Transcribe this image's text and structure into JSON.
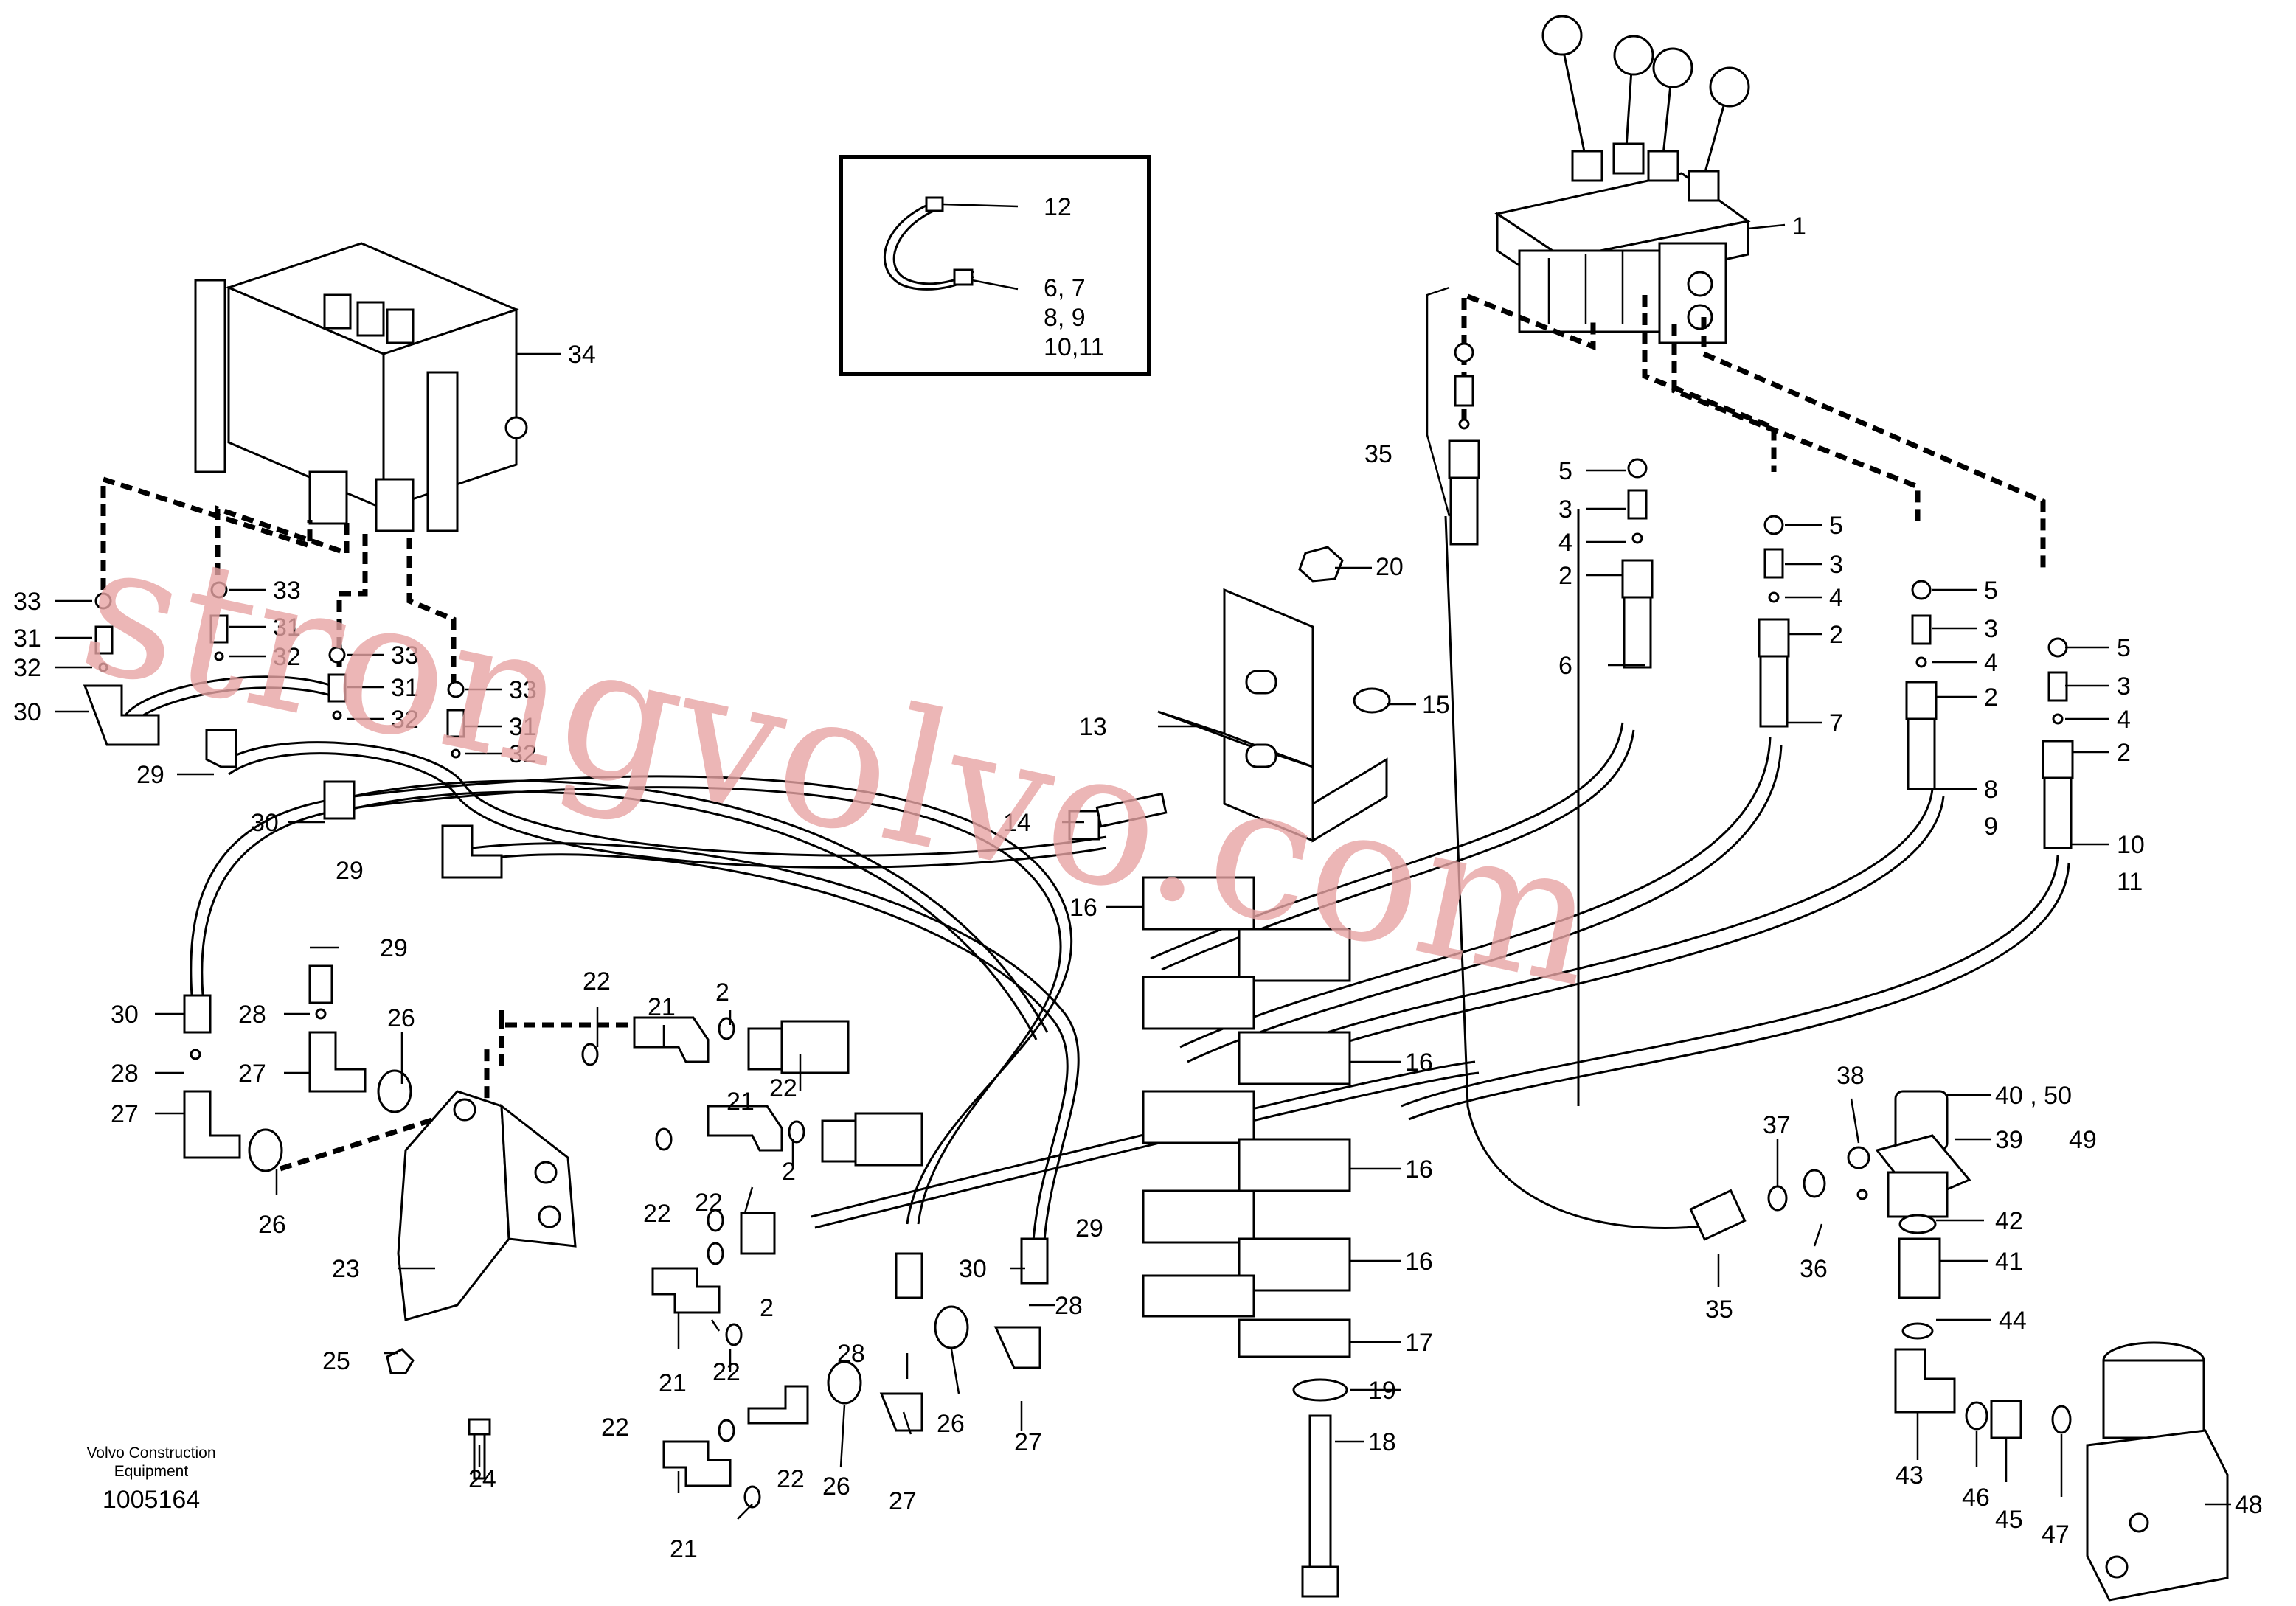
{
  "watermark": "strongvolvo.com",
  "credit": {
    "line1": "Volvo Construction",
    "line2": "Equipment",
    "drawing_number": "1005164"
  },
  "inset": {
    "labels": [
      "12",
      "6, 7",
      "8, 9",
      "10,11"
    ]
  },
  "callouts": {
    "c1": "1",
    "c34": "34",
    "c35a": "35",
    "c20": "20",
    "c13": "13",
    "c15": "15",
    "c14": "14",
    "c16a": "16",
    "c16b": "16",
    "c16c": "16",
    "c16d": "16",
    "c17": "17",
    "c19": "19",
    "c18": "18",
    "v1_5": "5",
    "v1_3": "3",
    "v1_4": "4",
    "v1_2": "2",
    "v1_6": "6",
    "v2_5": "5",
    "v2_3": "3",
    "v2_4": "4",
    "v2_2": "2",
    "v2_7": "7",
    "v3_5": "5",
    "v3_3": "3",
    "v3_4": "4",
    "v3_2": "2",
    "v3_8": "8",
    "v3_9": "9",
    "v4_5": "5",
    "v4_3": "3",
    "v4_4": "4",
    "v4_2": "2",
    "v4_10": "10",
    "v4_11": "11",
    "l33a": "33",
    "l31a": "31",
    "l32a": "32",
    "l30a": "30",
    "l33b": "33",
    "l31b": "31",
    "l32b": "32",
    "l33c": "33",
    "l31c": "31",
    "l32c": "32",
    "l33d": "33",
    "l31d": "31",
    "l32d": "32",
    "l29a": "29",
    "l30b": "30",
    "l29b": "29",
    "l29c": "29",
    "l30c": "30",
    "l28a": "28",
    "l27a": "27",
    "l26a": "26",
    "l28b": "28",
    "l27b": "27",
    "l26b": "26",
    "m22a": "22",
    "m21a": "21",
    "m2a": "2",
    "m21b": "21",
    "m22b": "22",
    "m22c": "22",
    "m22d": "22",
    "m2b": "2",
    "m2c": "2",
    "m21c": "21",
    "m22e": "22",
    "m21d": "21",
    "m22f": "22",
    "m22g": "22",
    "m28c": "28",
    "m28d": "28",
    "m26c": "26",
    "m27c": "27",
    "m26d": "26",
    "m29d": "29",
    "m30d": "30",
    "m27d": "27",
    "b23": "23",
    "b25": "25",
    "b24": "24",
    "r37": "37",
    "r38": "38",
    "r4050": "40 , 50",
    "r39": "39",
    "r49": "49",
    "r42": "42",
    "r41": "41",
    "r36": "36",
    "r35": "35",
    "r44": "44",
    "r43": "43",
    "r46": "46",
    "r45": "45",
    "r47": "47",
    "r48": "48"
  }
}
